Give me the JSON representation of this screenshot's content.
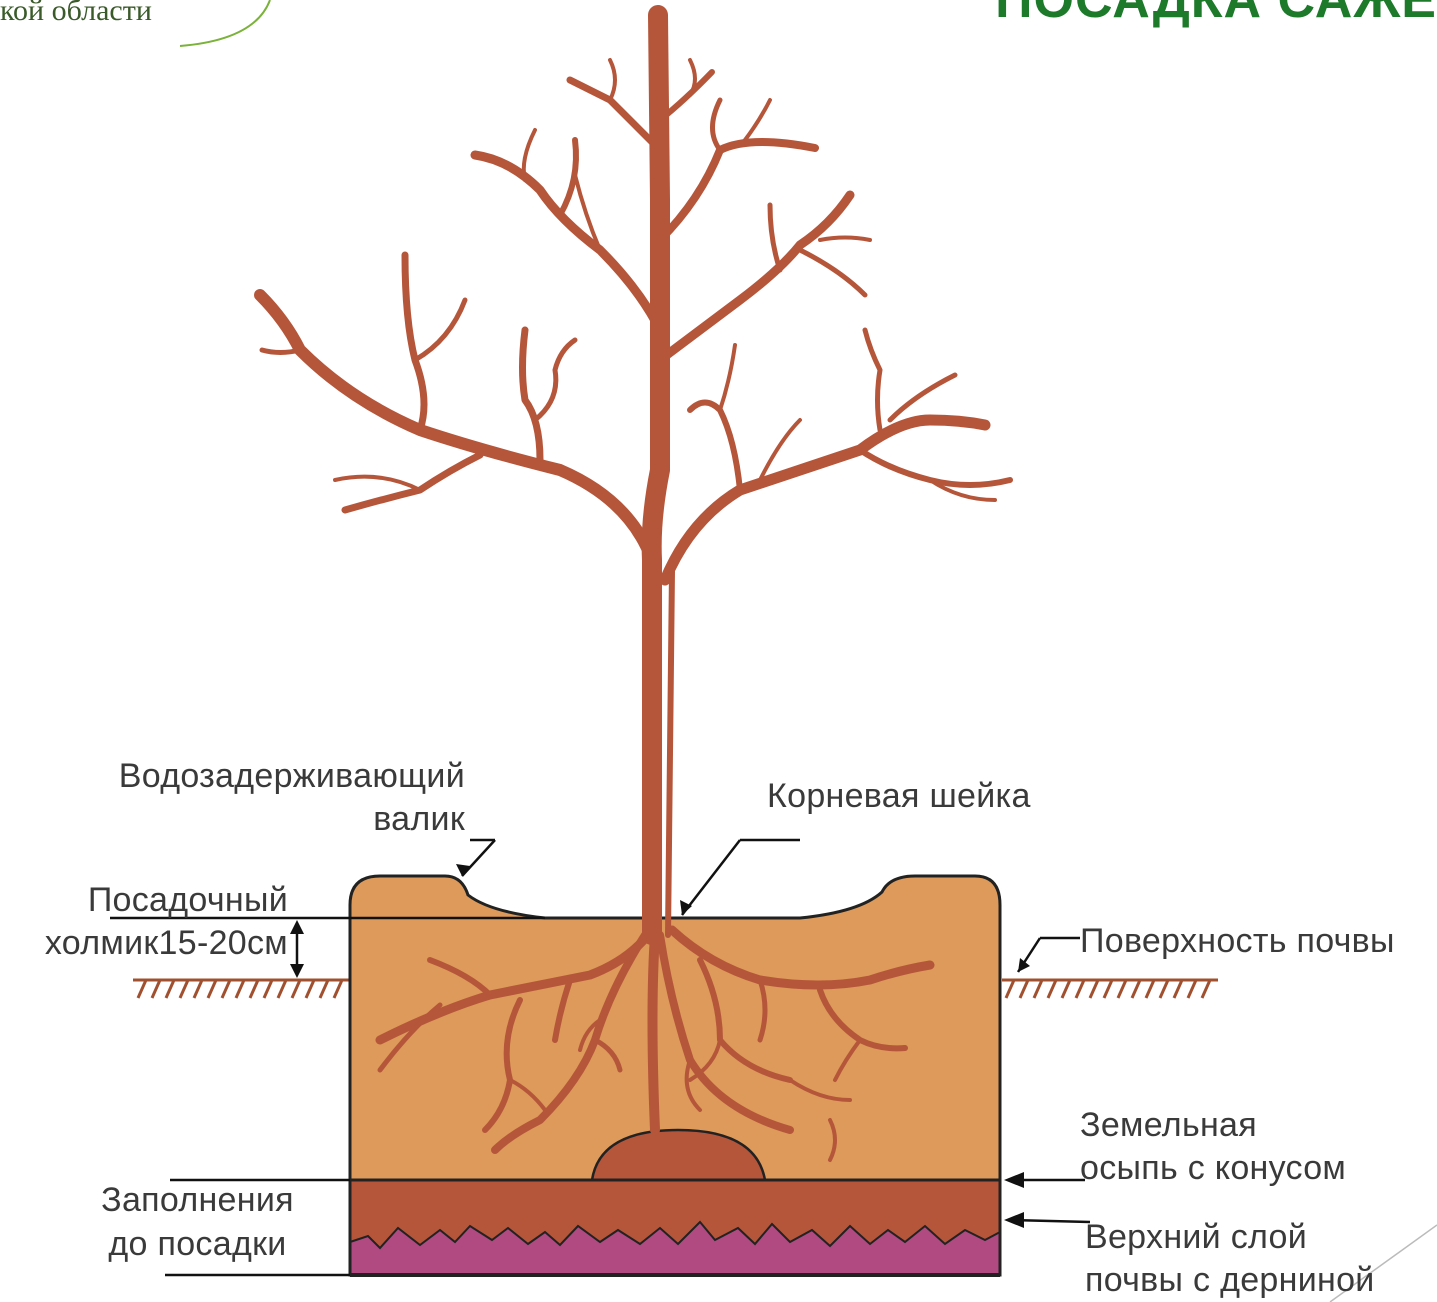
{
  "header": {
    "brand_fragment": "кой области",
    "title_fragment": "ПОСАДКА САЖЕ"
  },
  "labels": {
    "water_ridge_line1": "Водозадерживающий",
    "water_ridge_line2": "валик",
    "root_collar": "Корневая шейка",
    "mound_line1": "Посадочный",
    "mound_line2": "холмик15-20см",
    "soil_surface": "Поверхность почвы",
    "earth_cone_line1": "Земельная",
    "earth_cone_line2": "осыпь с конусом",
    "fill_line1": "Заполнения",
    "fill_line2": "до посадки",
    "topsoil_line1": "Верхний слой",
    "topsoil_line2": "почвы с дерниной"
  },
  "colors": {
    "tree": "#b5563a",
    "tree_outline": "#6b2e1f",
    "soil": "#dd9a5a",
    "fill_layer": "#b5563a",
    "sod_layer": "#b04a80",
    "ground_hatch": "#a0502e",
    "outline": "#222222",
    "brand_arc": "#7ab23a",
    "title": "#1d7a2a"
  }
}
